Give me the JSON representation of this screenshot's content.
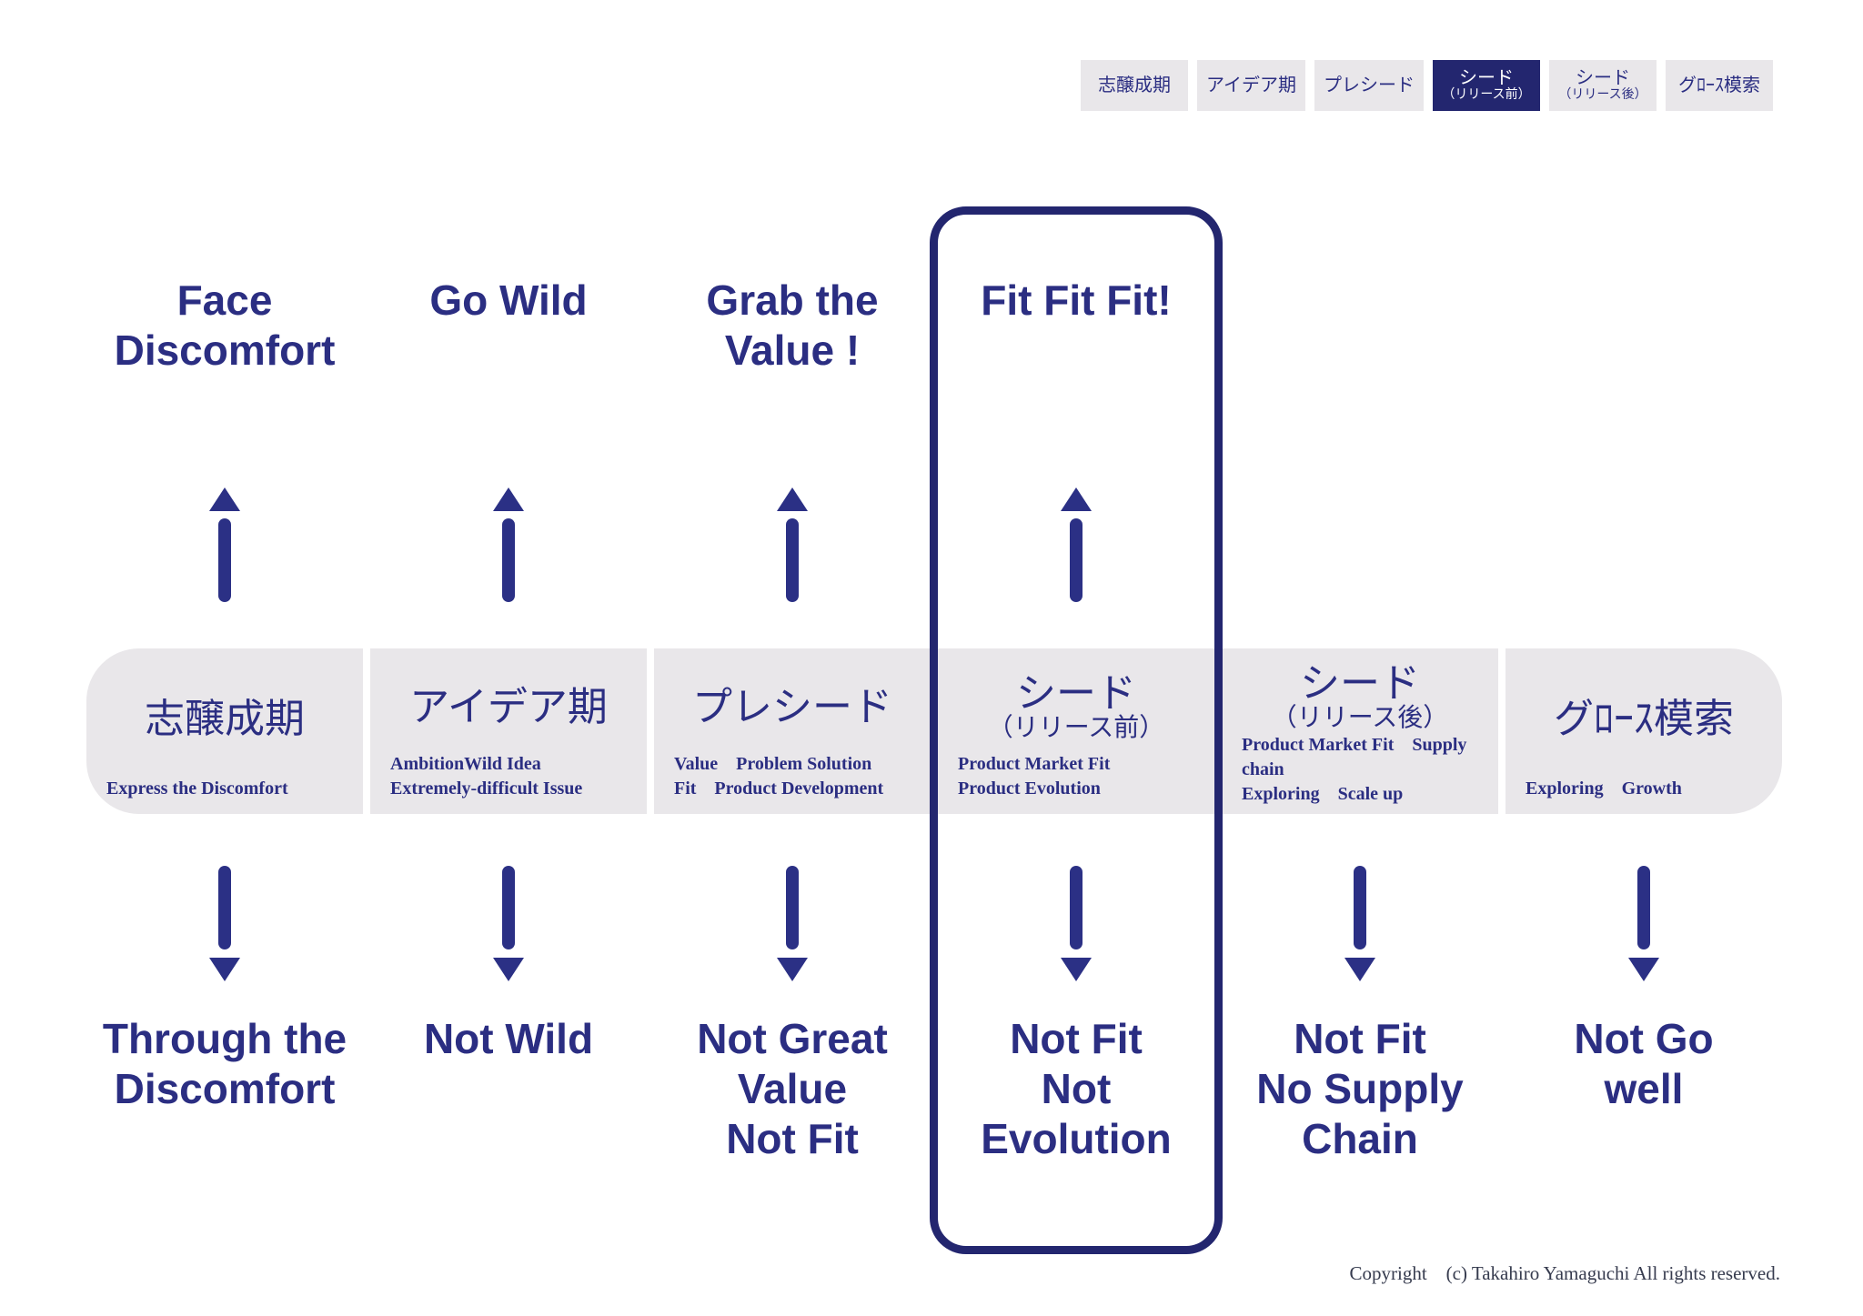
{
  "tabs": [
    {
      "label": "志醸成期",
      "sublabel": "",
      "active": false
    },
    {
      "label": "アイデア期",
      "sublabel": "",
      "active": false
    },
    {
      "label": "プレシード",
      "sublabel": "",
      "active": false
    },
    {
      "label": "シード",
      "sublabel": "（リリース前）",
      "active": true
    },
    {
      "label": "シード",
      "sublabel": "（リリース後）",
      "active": false
    },
    {
      "label": "グﾛｰｽ模索",
      "sublabel": "",
      "active": false
    }
  ],
  "columns": [
    {
      "success": "Face\nDiscomfort",
      "stage": {
        "title": "志醸成期",
        "title2": "",
        "subtitle": "Express the Discomfort"
      },
      "failure": "Through the\nDiscomfort",
      "highlighted": false
    },
    {
      "success": "Go Wild",
      "stage": {
        "title": "アイデア期",
        "title2": "",
        "subtitle": "AmbitionWild Idea\nExtremely-difficult Issue"
      },
      "failure": "Not Wild",
      "highlighted": false
    },
    {
      "success": "Grab the\nValue !",
      "stage": {
        "title": "プレシード",
        "title2": "",
        "subtitle": "Value　Problem Solution\nFit　Product Development"
      },
      "failure": "Not Great\nValue\nNot Fit",
      "highlighted": false
    },
    {
      "success": "Fit Fit Fit!",
      "stage": {
        "title": "シード",
        "title2": "（リリース前）",
        "subtitle": "Product Market Fit\nProduct Evolution"
      },
      "failure": "Not Fit\nNot\nEvolution",
      "highlighted": true
    },
    {
      "success": "",
      "stage": {
        "title": "シード",
        "title2": "（リリース後）",
        "subtitle": "Product Market Fit　Supply chain\nExploring　Scale up"
      },
      "failure": "Not Fit\nNo Supply\nChain",
      "highlighted": false
    },
    {
      "success": "",
      "stage": {
        "title": "グﾛｰｽ模索",
        "title2": "",
        "subtitle": "Exploring　Growth"
      },
      "failure": "Not Go\nwell",
      "highlighted": false
    }
  ],
  "footer": {
    "copyright": "Copyright　(c) Takahiro Yamaguchi All rights reserved."
  },
  "colors": {
    "navy_text": "#2b2e82",
    "navy_arrow": "#2b3085",
    "active_tab_bg": "#23266f",
    "card_gray": "#e9e7ea",
    "background": "#ffffff"
  }
}
